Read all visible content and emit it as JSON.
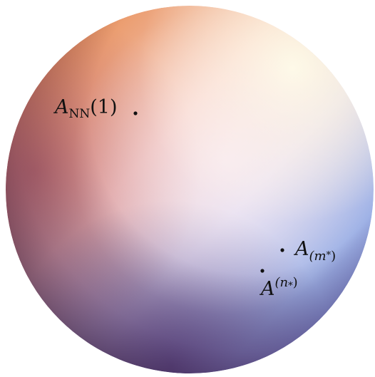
{
  "diagram": {
    "points": [
      {
        "id": "ann1",
        "symbol": "A",
        "subscript": "NN",
        "argument": "(1)"
      },
      {
        "id": "am",
        "symbol": "A",
        "subscript": "(m",
        "subscript_star": "*",
        "subscript_close": ")"
      },
      {
        "id": "an",
        "symbol": "A",
        "superscript": "(n",
        "superscript_star": "*",
        "superscript_close": ")"
      }
    ],
    "colors": {
      "sphere_top_left": "#f3b98c",
      "sphere_top_right": "#fffbe8",
      "sphere_center": "#f6e6ea",
      "sphere_right": "#c9d9f4",
      "sphere_lower_right": "#8c97cf",
      "sphere_bottom": "#5a3f7e",
      "sphere_left": "#9a4a5c",
      "point": "#111111"
    }
  }
}
